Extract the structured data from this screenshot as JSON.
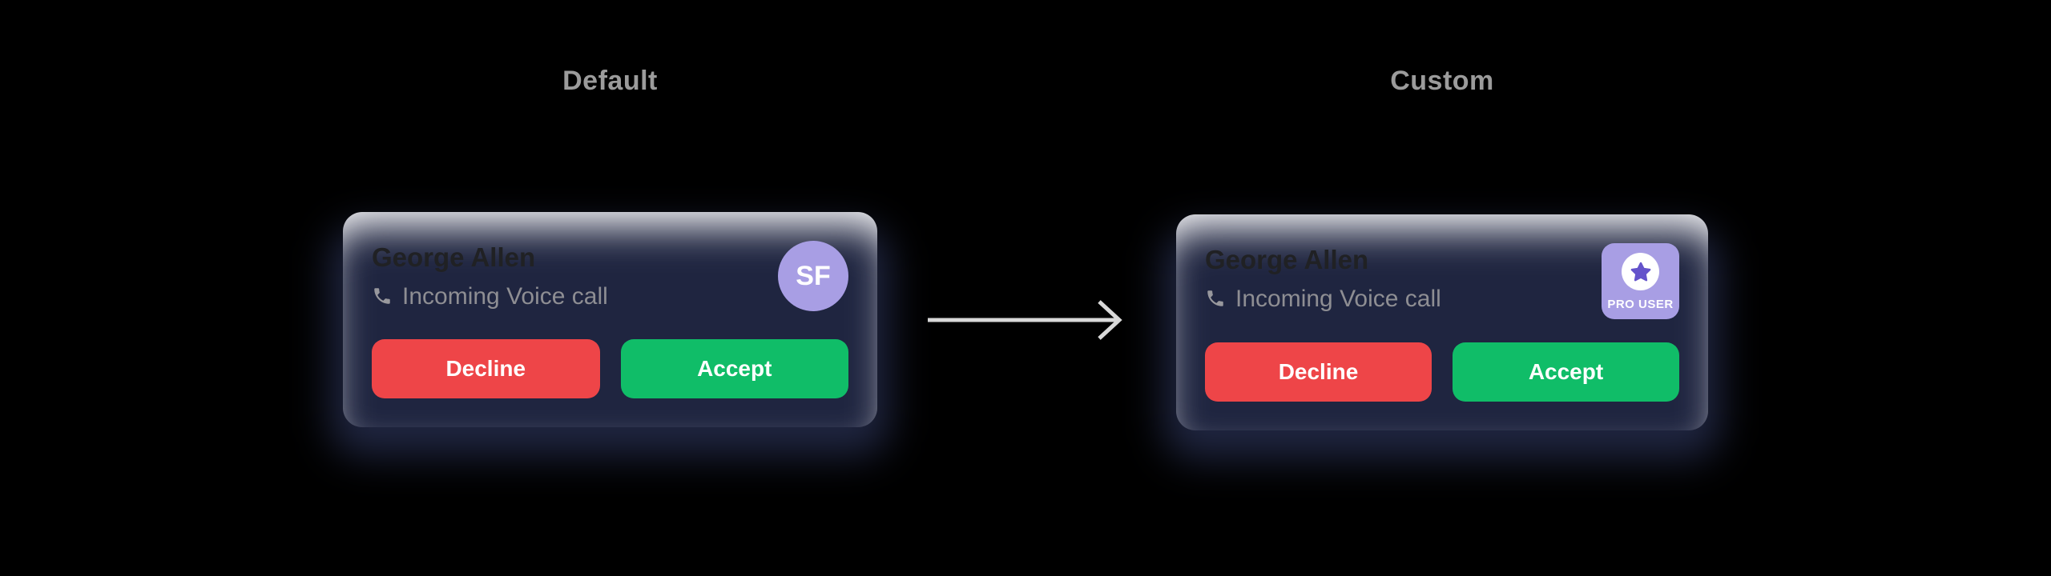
{
  "headings": {
    "left": "Default",
    "right": "Custom"
  },
  "colors": {
    "page_bg": "#000000",
    "card_bg": "#F5F5F7",
    "heading_text": "#9B9B9B",
    "name_text": "#202124",
    "subtitle_text": "#8E8E93",
    "decline": "#EE4548",
    "accept": "#10BD68",
    "avatar_bg": "#A89EE4",
    "badge_bg": "#A89EE4",
    "star": "#6453CB",
    "arrow": "#D9D9D9"
  },
  "icons": {
    "subtitle_icon": "phone-icon",
    "badge_icon": "star-icon",
    "between_cards": "arrow-right-icon"
  },
  "cards": {
    "default": {
      "name": "George Allen",
      "subtitle": "Incoming Voice call",
      "avatar_initials": "SF",
      "buttons": {
        "decline": "Decline",
        "accept": "Accept"
      }
    },
    "custom": {
      "name": "George Allen",
      "subtitle": "Incoming Voice call",
      "badge_label": "PRO USER",
      "buttons": {
        "decline": "Decline",
        "accept": "Accept"
      }
    }
  }
}
